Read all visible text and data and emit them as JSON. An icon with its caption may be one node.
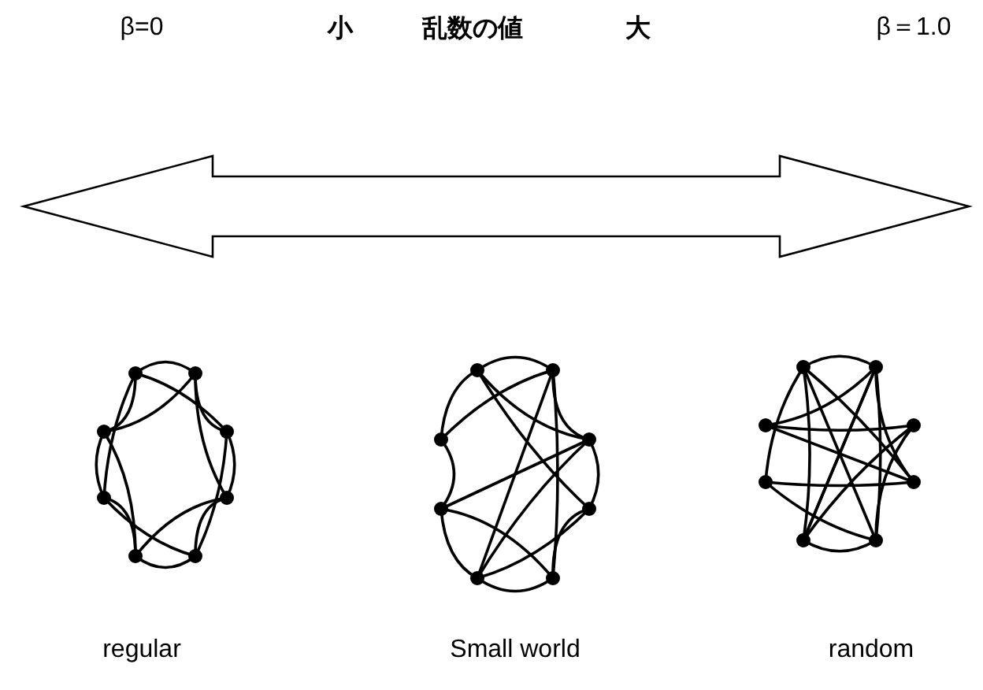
{
  "diagram": {
    "labels": [
      "β=0",
      "小",
      "乱数の値",
      "大",
      "β＝1.0",
      "regular",
      "Small world",
      "random"
    ]
  }
}
